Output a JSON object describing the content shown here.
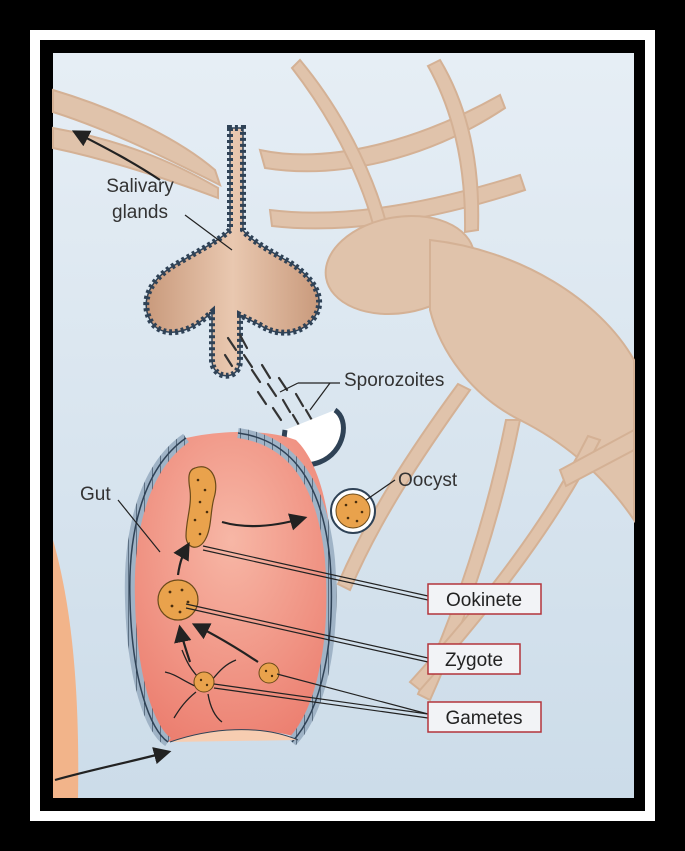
{
  "labels": {
    "salivary_line1": "Salivary",
    "salivary_line2": "glands",
    "sporozoites": "Sporozoites",
    "oocyst": "Oocyst",
    "gut": "Gut",
    "ookinete": "Ookinete",
    "zygote": "Zygote",
    "gametes": "Gametes"
  },
  "colors": {
    "background": "#dde8f1",
    "mosquito": "#e0c3ab",
    "gut_fill": "#f08d7e",
    "cell_fill": "#e9a24c",
    "label_box_border": "#b3343b",
    "label_box_fill": "#f2f3f6",
    "epithelium": "#3c4f63"
  }
}
